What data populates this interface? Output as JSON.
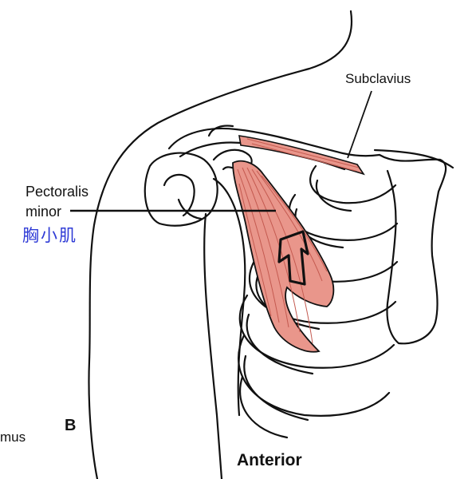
{
  "labels": {
    "subclavius": "Subclavius",
    "pectoralis_line1": "Pectoralis",
    "pectoralis_line2": "minor",
    "pectoralis_chinese": "胸小肌",
    "panel_letter": "B",
    "partial_text": "mus",
    "view": "Anterior"
  },
  "colors": {
    "outline": "#111111",
    "muscle_fill": "#e9968b",
    "muscle_fibers": "#c45a50",
    "chinese_label": "#2f3bd6",
    "background": "#ffffff"
  },
  "icons": {
    "pectoralis_arrow": "arrow-icon"
  }
}
